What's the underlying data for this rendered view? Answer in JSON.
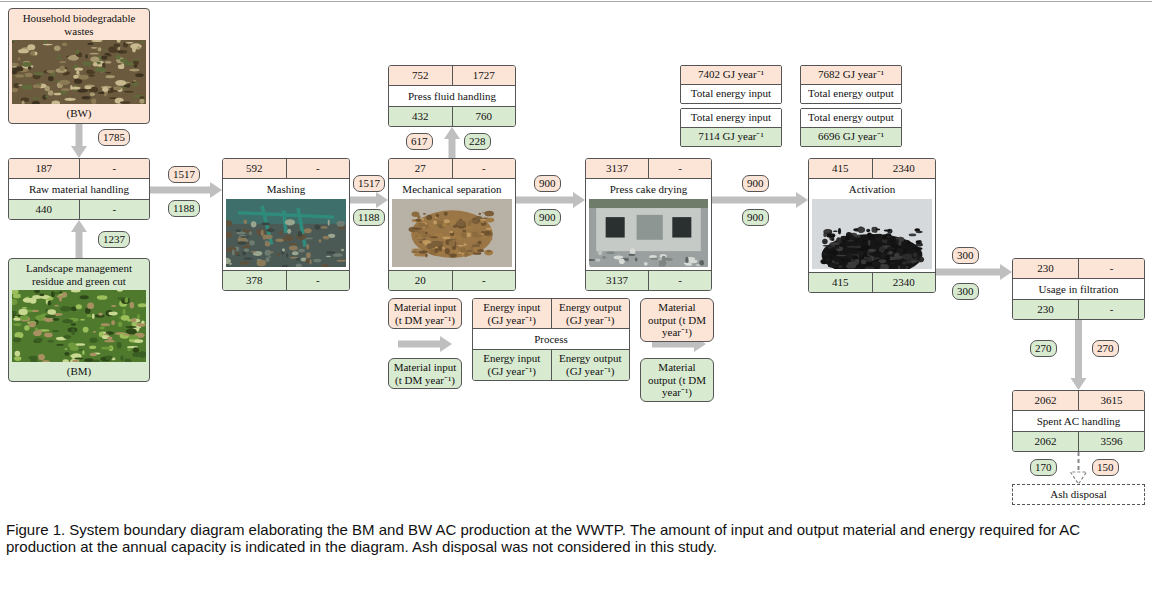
{
  "diagram": {
    "caption": "Figure 1. System boundary diagram elaborating the BM and BW AC production at the WWTP. The amount of input and output material and energy required for AC production at the annual capacity is indicated in the diagram. Ash disposal was not considered in this study.",
    "nodes": [
      {
        "text": [
          "Household biodegradable wastes",
          "(BW)"
        ]
      },
      {
        "text": [
          "1785"
        ]
      },
      {
        "text": [
          "187",
          "-",
          "Raw material handling",
          "440",
          "-"
        ]
      },
      {
        "text": [
          "1237"
        ]
      },
      {
        "text": [
          "Landscape management residue and green cut",
          "(BM)"
        ]
      },
      {
        "text": [
          "1517"
        ]
      },
      {
        "text": [
          "1188"
        ]
      },
      {
        "text": [
          "592",
          "-",
          "Mashing",
          "378",
          "-"
        ]
      },
      {
        "text": [
          "1517"
        ]
      },
      {
        "text": [
          "1188"
        ]
      },
      {
        "text": [
          "752",
          "1727",
          "Press fluid handling",
          "432",
          "760"
        ]
      },
      {
        "text": [
          "617"
        ]
      },
      {
        "text": [
          "228"
        ]
      },
      {
        "text": [
          "27",
          "-",
          "Mechanical separation",
          "20",
          "-"
        ]
      },
      {
        "text": [
          "900"
        ]
      },
      {
        "text": [
          "900"
        ]
      },
      {
        "text": [
          "3137",
          "-",
          "Press cake drying",
          "3137",
          "-"
        ]
      },
      {
        "text": [
          "900"
        ]
      },
      {
        "text": [
          "900"
        ]
      },
      {
        "text": [
          "7402 GJ year⁻¹",
          "Total energy input"
        ]
      },
      {
        "text": [
          "7682 GJ year⁻¹",
          "Total energy output"
        ]
      },
      {
        "text": [
          "Total energy input",
          "7114 GJ year⁻¹"
        ]
      },
      {
        "text": [
          "Total energy output",
          "6696 GJ year⁻¹"
        ]
      },
      {
        "text": [
          "415",
          "2340",
          "Activation",
          "415",
          "2340"
        ]
      },
      {
        "text": [
          "300"
        ]
      },
      {
        "text": [
          "300"
        ]
      },
      {
        "text": [
          "230",
          "-",
          "Usage in filtration",
          "230",
          "-"
        ]
      },
      {
        "text": [
          "270"
        ]
      },
      {
        "text": [
          "270"
        ]
      },
      {
        "text": [
          "2062",
          "3615",
          "Spent AC handling",
          "2062",
          "3596"
        ]
      },
      {
        "text": [
          "170"
        ]
      },
      {
        "text": [
          "150"
        ]
      },
      {
        "text": [
          "Ash disposal"
        ]
      },
      {
        "text": [
          "Material input (t DM year⁻¹)"
        ]
      },
      {
        "text": [
          "Material input (t DM year⁻¹)"
        ]
      },
      {
        "text": [
          "Energy input (GJ year⁻¹)",
          "Energy output (GJ year⁻¹)",
          "Process",
          "Energy input (GJ year⁻¹)",
          "Energy output (GJ year⁻¹)"
        ]
      },
      {
        "text": [
          "Material output (t DM year⁻¹)"
        ]
      },
      {
        "text": [
          "Material output (t DM year⁻¹)"
        ]
      }
    ],
    "edges": [
      {
        "from": 0,
        "to": 2,
        "arrow": "to"
      },
      {
        "from": 4,
        "to": 2,
        "arrow": "to"
      },
      {
        "from": 2,
        "to": 7,
        "arrow": "to"
      },
      {
        "from": 7,
        "to": 13,
        "arrow": "to"
      },
      {
        "from": 13,
        "to": 10,
        "arrow": "to"
      },
      {
        "from": 13,
        "to": 16,
        "arrow": "to"
      },
      {
        "from": 16,
        "to": 23,
        "arrow": "to"
      },
      {
        "from": 23,
        "to": 26,
        "arrow": "to"
      },
      {
        "from": 26,
        "to": 29,
        "arrow": "to"
      },
      {
        "from": 29,
        "to": 32,
        "arrow": "to"
      }
    ]
  }
}
